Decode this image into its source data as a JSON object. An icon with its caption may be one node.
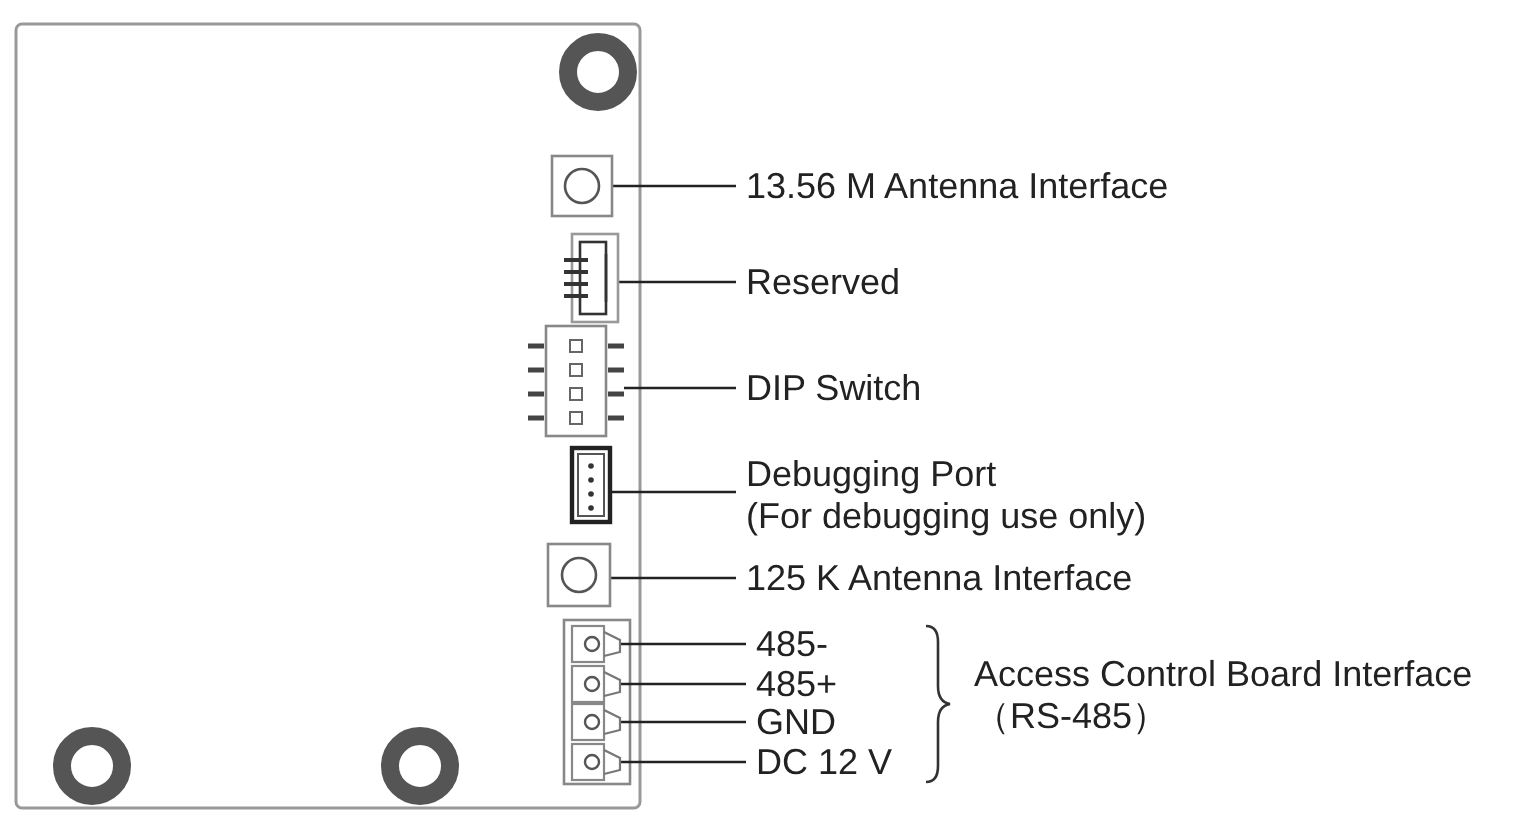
{
  "diagram": {
    "nodes": [
      {
        "text": [],
        "shape": "box"
      },
      {
        "text": [
          "13.56 M Antenna Interface"
        ]
      },
      {
        "text": [],
        "shape": "box"
      },
      {
        "text": [
          "Reserved"
        ]
      },
      {
        "text": [],
        "shape": "box"
      },
      {
        "text": [
          "DIP Switch"
        ]
      },
      {
        "text": [],
        "shape": "box"
      },
      {
        "text": [
          "Debugging Port",
          "(For debugging use only)"
        ]
      },
      {
        "text": [],
        "shape": "box"
      },
      {
        "text": [
          "125 K Antenna Interface"
        ]
      },
      {
        "text": [],
        "shape": "box"
      },
      {
        "text": [
          "485-"
        ]
      },
      {
        "text": [],
        "shape": "box"
      },
      {
        "text": [
          "485+"
        ]
      },
      {
        "text": [],
        "shape": "box"
      },
      {
        "text": [
          "GND"
        ]
      },
      {
        "text": [],
        "shape": "box"
      },
      {
        "text": [
          "DC 12 V"
        ]
      }
    ],
    "edges": [
      {
        "from": 1,
        "to": 0,
        "arrow": "none"
      },
      {
        "from": 3,
        "to": 2,
        "arrow": "none"
      },
      {
        "from": 5,
        "to": 4,
        "arrow": "none"
      },
      {
        "from": 7,
        "to": 6,
        "arrow": "none"
      },
      {
        "from": 9,
        "to": 8,
        "arrow": "none"
      },
      {
        "from": 11,
        "to": 10,
        "arrow": "none"
      },
      {
        "from": 13,
        "to": 12,
        "arrow": "none"
      },
      {
        "from": 15,
        "to": 14,
        "arrow": "none"
      },
      {
        "from": 17,
        "to": 16,
        "arrow": "none"
      }
    ],
    "labels": [
      "Access Control Board Interface （RS-485）"
    ]
  }
}
